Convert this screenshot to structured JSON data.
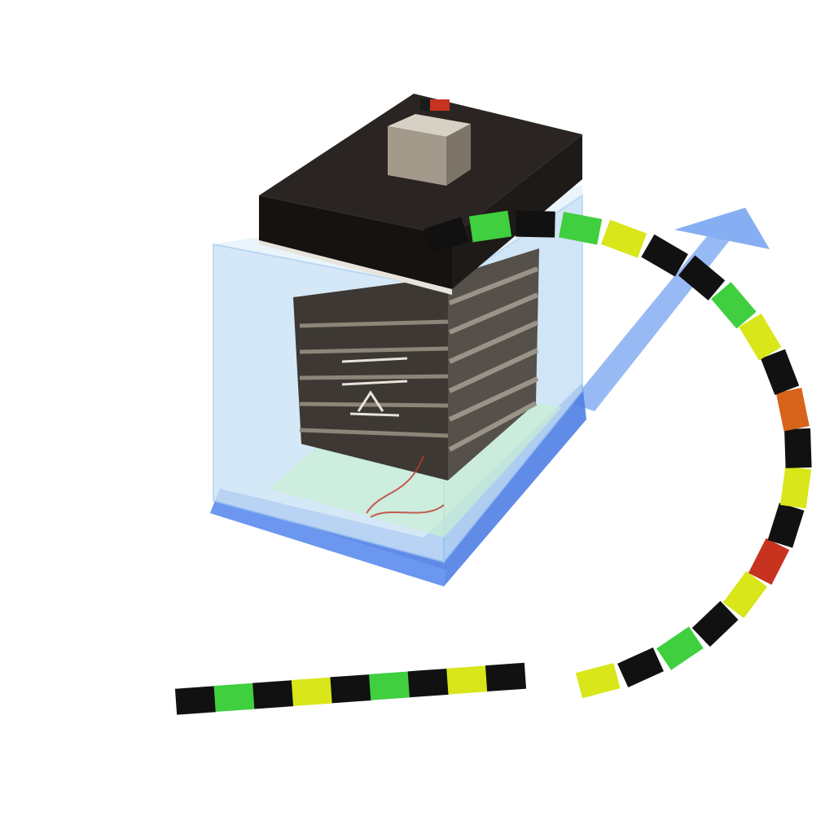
{
  "scene": {
    "subject": "battery-module-in-transparent-enclosure",
    "colors": {
      "background": "#ffffff",
      "enclosure_fill": "#cfe6f7",
      "enclosure_edge": "#7fb0e8",
      "base_blue": "#4f7fe6",
      "lid_top": "#2a2522",
      "lid_side": "#161210",
      "terminal": "#a49a8c",
      "stack_dark": "#3d3833",
      "stack_mid": "#5a544c",
      "stack_light": "#8c857a",
      "arrow": "#86aef2",
      "segment_black": "#111111",
      "segment_green": "#3fcf3f",
      "segment_lime": "#d8e61a",
      "segment_orange": "#d7641a",
      "segment_red": "#c7331f"
    },
    "segment_sequence": [
      "black",
      "green",
      "black",
      "lime",
      "black",
      "green",
      "black",
      "lime",
      "black",
      "lime",
      "black",
      "green",
      "black",
      "lime",
      "red",
      "black",
      "lime",
      "black",
      "orange",
      "black",
      "lime",
      "green",
      "black",
      "black",
      "lime",
      "green",
      "black",
      "green",
      "black"
    ]
  }
}
